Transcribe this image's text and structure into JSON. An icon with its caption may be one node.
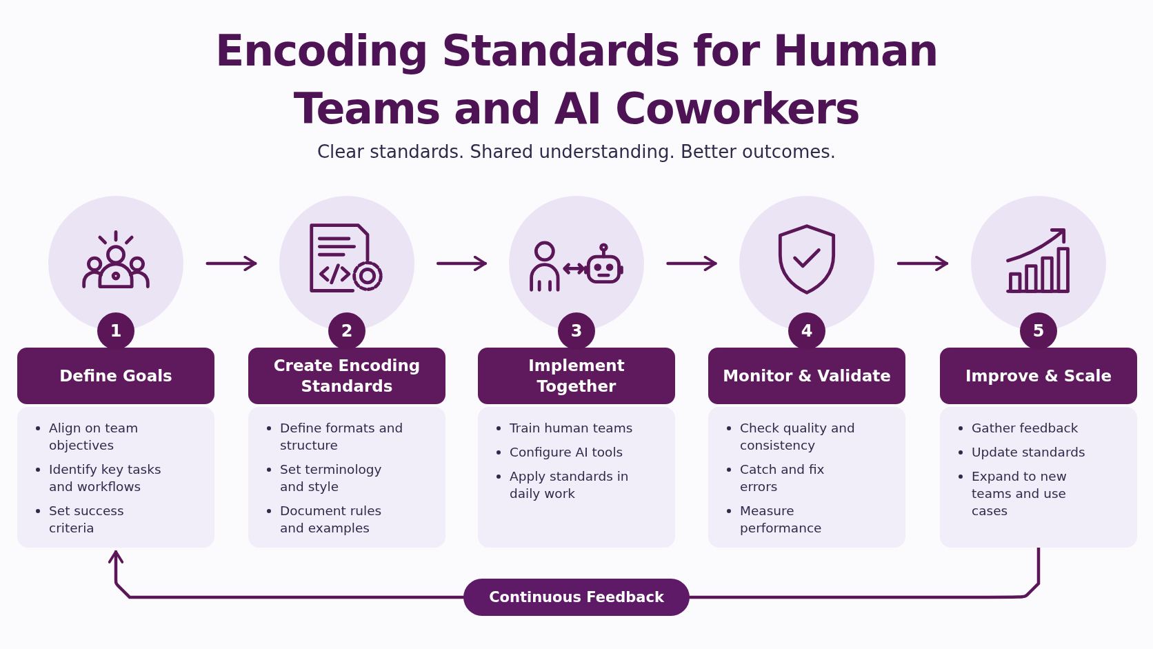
{
  "diagram": {
    "title": "Encoding Standards for Human Teams and AI Coworkers",
    "nodes": [
      {
        "text": [],
        "shape": "circle"
      },
      {
        "text": [
          "1"
        ]
      },
      {
        "text": [
          "Define Goals"
        ]
      },
      {
        "text": [
          "Align on team objectives",
          "Identify key tasks and workflows",
          "Set success criteria"
        ]
      },
      {
        "text": [],
        "shape": "circle"
      },
      {
        "text": [
          "2"
        ]
      },
      {
        "text": [
          "Create Encoding Standards"
        ]
      },
      {
        "text": [
          "Define formats and structure",
          "Set terminology and style",
          "Document rules and examples"
        ]
      },
      {
        "text": [],
        "shape": "circle"
      },
      {
        "text": [
          "3"
        ]
      },
      {
        "text": [
          "Implement Together"
        ]
      },
      {
        "text": [
          "Train human teams",
          "Configure AI tools",
          "Apply standards in daily work"
        ]
      },
      {
        "text": [],
        "shape": "circle"
      },
      {
        "text": [
          "4"
        ]
      },
      {
        "text": [
          "Monitor & Validate"
        ]
      },
      {
        "text": [
          "Check quality and consistency",
          "Catch and fix errors",
          "Measure performance"
        ]
      },
      {
        "text": [],
        "shape": "circle"
      },
      {
        "text": [
          "5"
        ]
      },
      {
        "text": [
          "Improve & Scale"
        ]
      },
      {
        "text": [
          "Gather feedback",
          "Update standards",
          "Expand to new teams and use cases"
        ]
      },
      {
        "text": [
          "Continuous Feedback"
        ]
      }
    ],
    "edges": [
      {
        "from": 0,
        "to": 4,
        "arrow": "to"
      },
      {
        "from": 4,
        "to": 8,
        "arrow": "to"
      },
      {
        "from": 8,
        "to": 12,
        "arrow": "to"
      },
      {
        "from": 12,
        "to": 16,
        "arrow": "to"
      },
      {
        "from": 19,
        "to": 20,
        "arrow": "none"
      },
      {
        "from": 20,
        "to": 3,
        "arrow": "to"
      }
    ],
    "labels": [
      "Clear standards. Shared understanding. Better outcomes."
    ]
  }
}
